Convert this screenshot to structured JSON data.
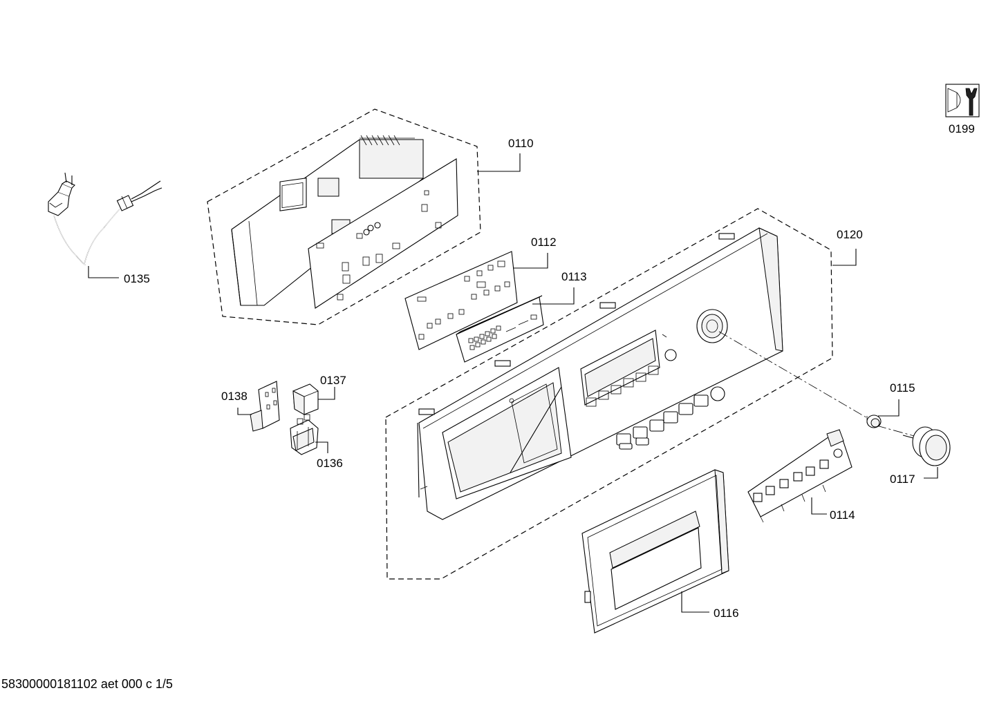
{
  "document": {
    "footer_code": "58300000181102 aet 000 c 1/5"
  },
  "parts": {
    "p0110": "0110",
    "p0112": "0112",
    "p0113": "0113",
    "p0114": "0114",
    "p0115": "0115",
    "p0116": "0116",
    "p0117": "0117",
    "p0120": "0120",
    "p0135": "0135",
    "p0136": "0136",
    "p0137": "0137",
    "p0138": "0138",
    "p0199": "0199"
  },
  "icons": {
    "service_icon": "wrench-bolt-icon"
  }
}
